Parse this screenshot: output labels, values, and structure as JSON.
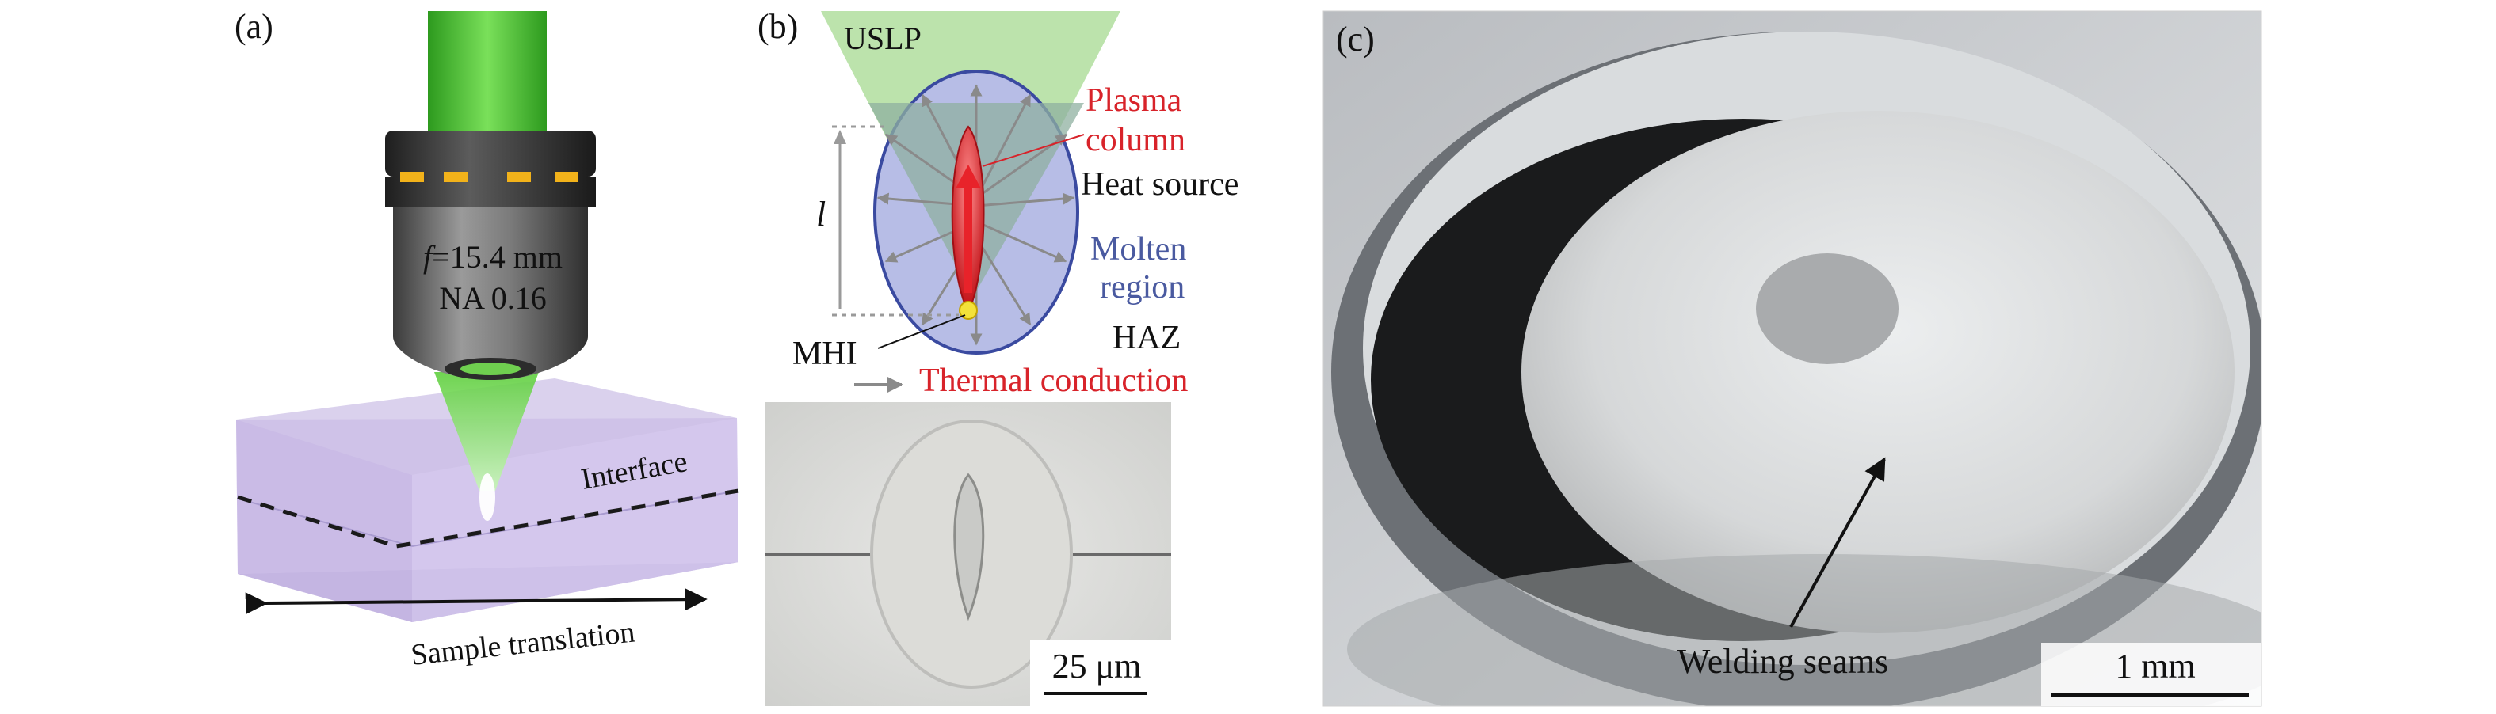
{
  "panels": {
    "a": {
      "label": "(a)",
      "lens_focal": "f=15.4 mm",
      "lens_focal_italic": "f",
      "lens_focal_rest": "=15.4 mm",
      "lens_na": "NA 0.16",
      "interface_label": "Interface",
      "translation_label": "Sample translation"
    },
    "b": {
      "label": "(b)",
      "beam_label": "USLP",
      "plasma_line1": "Plasma",
      "plasma_line2": "column",
      "heat_source": "Heat source",
      "molten_line1": "Molten",
      "molten_line2": "region",
      "haz": "HAZ",
      "mhi": "MHI",
      "length_symbol": "l",
      "thermal_conduction": "Thermal conduction",
      "scale_bar": "25 μm"
    },
    "c": {
      "label": "(c)",
      "annotation": "Welding seams",
      "scale_bar": "1 mm"
    }
  },
  "colors": {
    "beam_green": "#3dbb2a",
    "plasma_red": "#d8232a",
    "molten_blue": "#4a5aa0",
    "sample_purple": "#c6b7e3",
    "lens_grey": "#6a6a6a",
    "lens_ring_gold": "#f2b21a"
  }
}
